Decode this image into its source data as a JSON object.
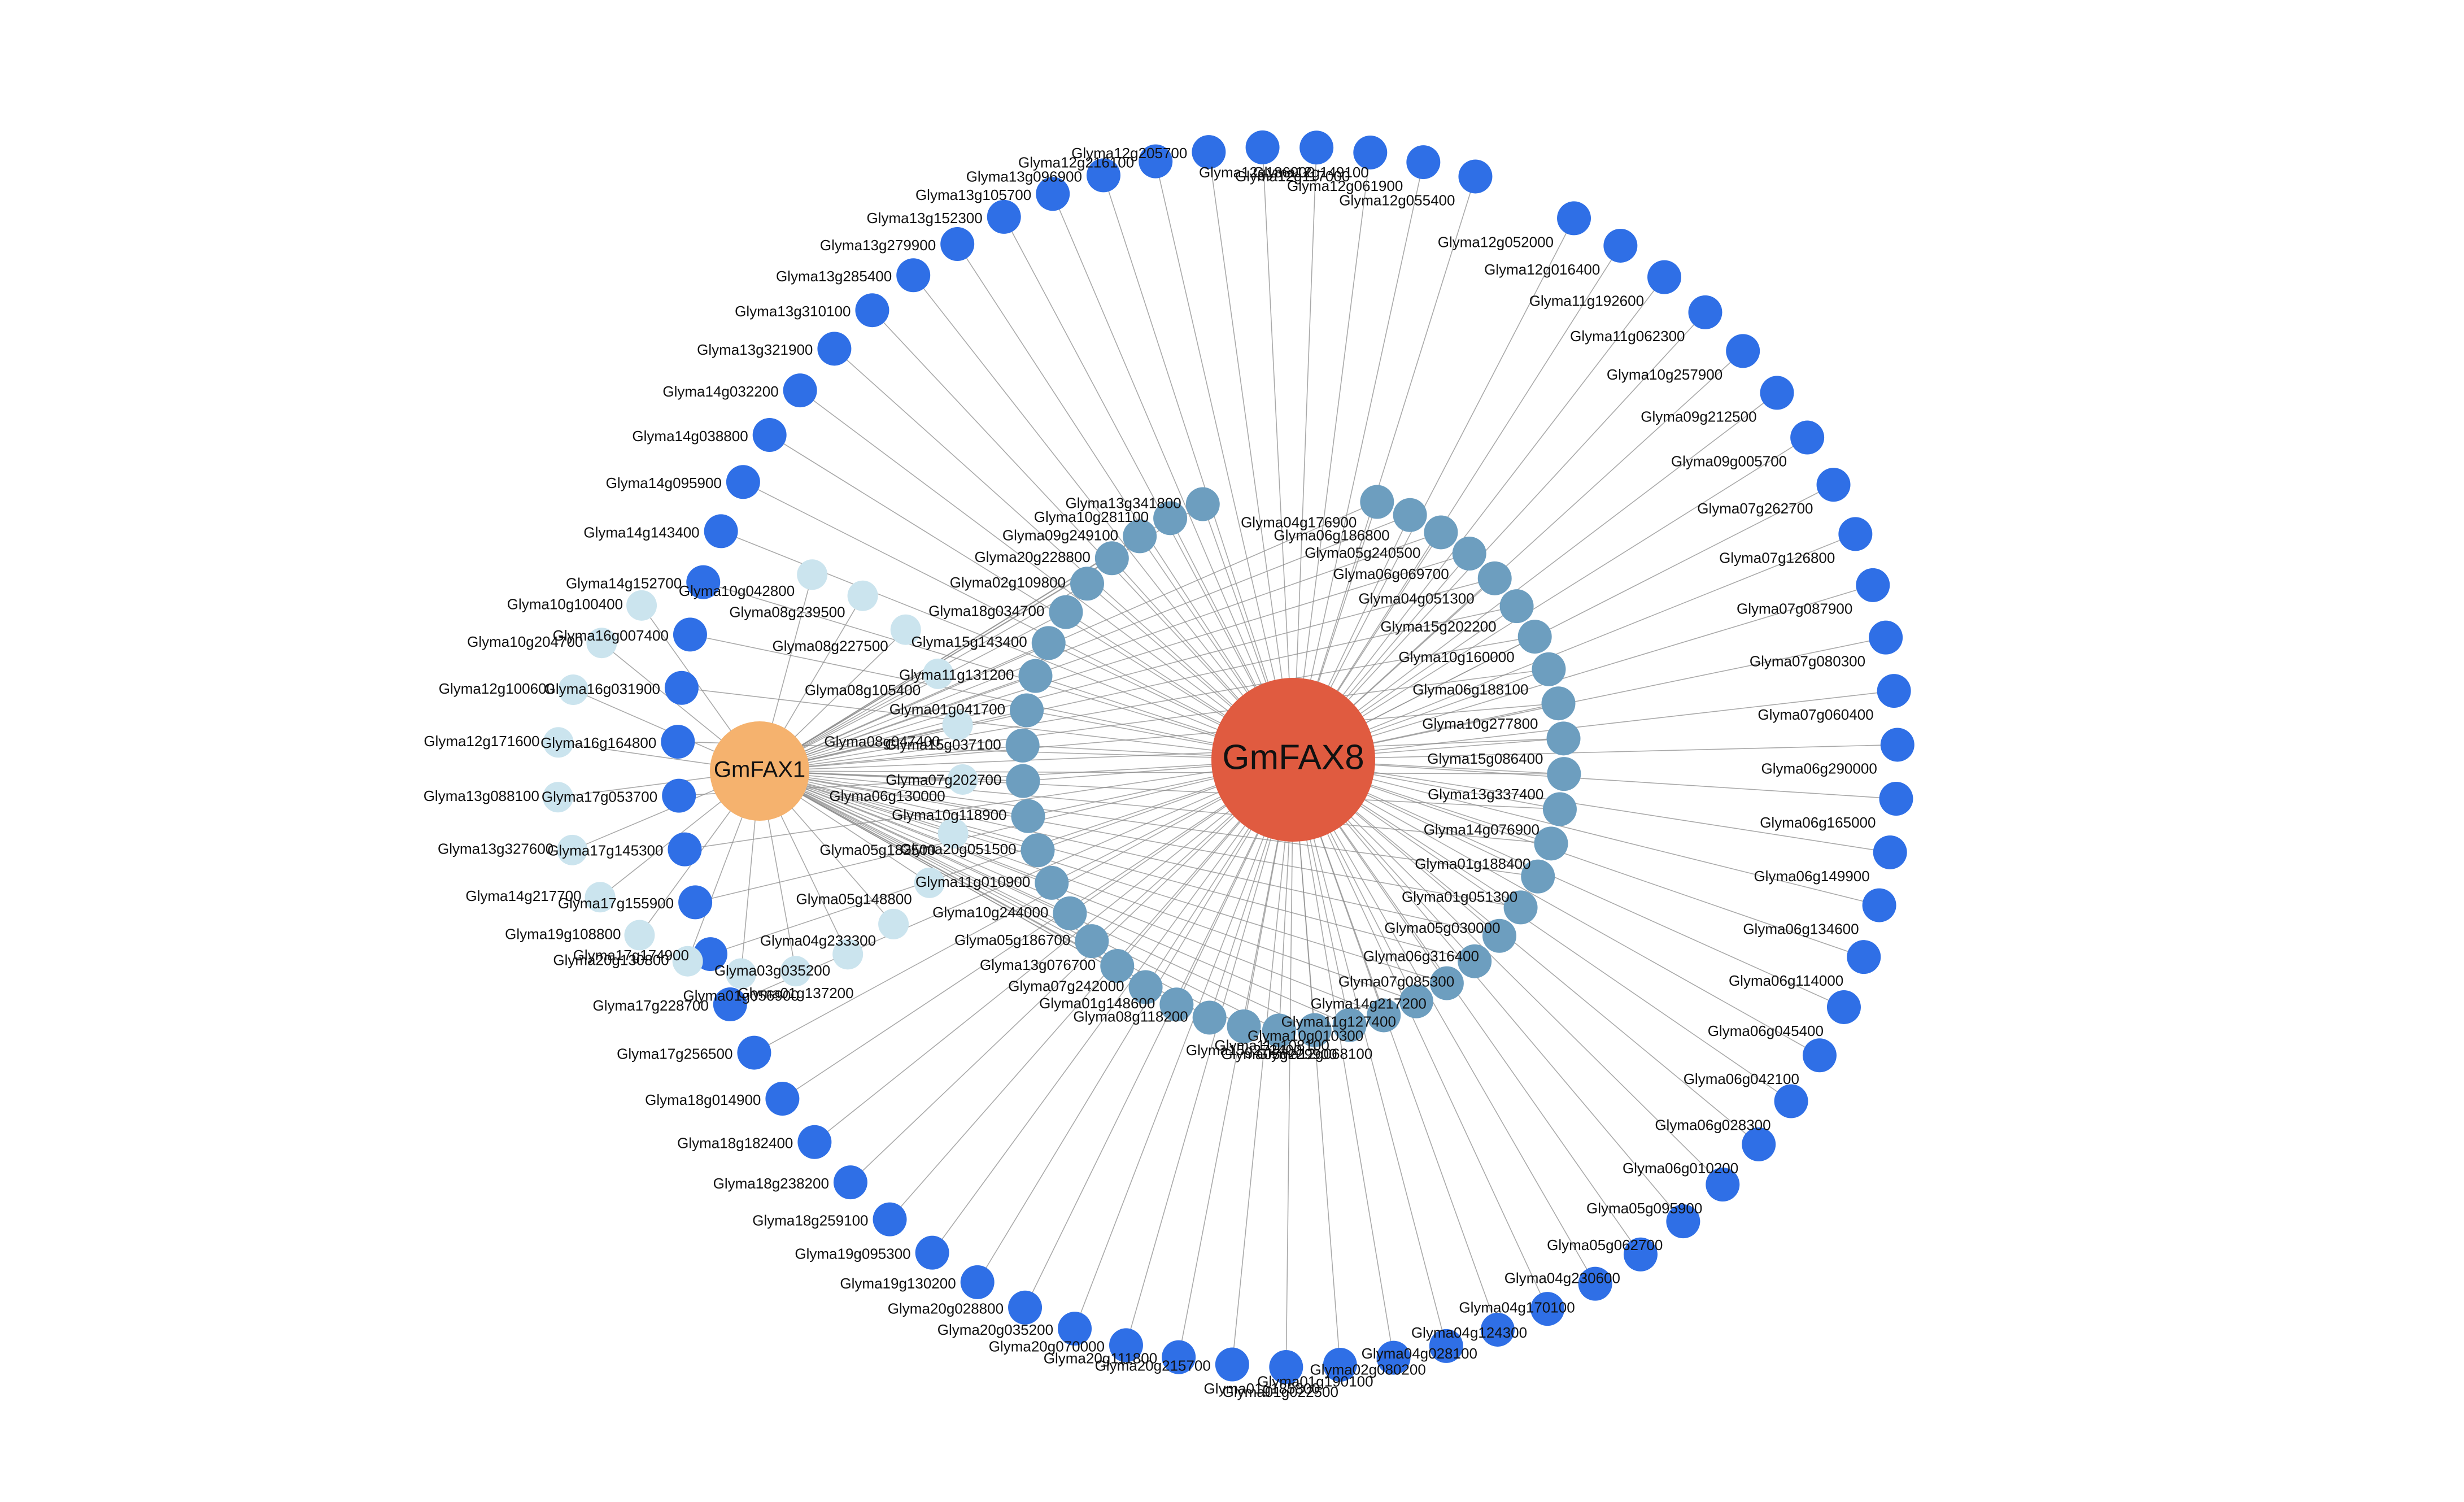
{
  "network": {
    "colors": {
      "hub_fax8": "#E05B40",
      "hub_fax1": "#F5B26E",
      "outer_node": "#2F6FE6",
      "inner_shared_node": "#6D9EBF",
      "inner_fax1_node": "#CBE4EE",
      "edge": "#8C8C8C",
      "background": "#FFFFFF"
    },
    "hubs": [
      {
        "id": "GmFAX8",
        "label": "GmFAX8"
      },
      {
        "id": "GmFAX1",
        "label": "GmFAX1"
      }
    ],
    "outer_ring": [
      "Glyma12g052000",
      "Glyma12g016400",
      "Glyma11g192600",
      "Glyma11g062300",
      "Glyma10g257900",
      "Glyma09g212500",
      "Glyma09g005700",
      "Glyma07g262700",
      "Glyma07g126800",
      "Glyma07g087900",
      "Glyma07g080300",
      "Glyma07g060400",
      "Glyma06g290000",
      "Glyma06g165000",
      "Glyma06g149900",
      "Glyma06g134600",
      "Glyma06g114000",
      "Glyma06g045400",
      "Glyma06g042100",
      "Glyma06g028300",
      "Glyma06g010200",
      "Glyma05g095900",
      "Glyma05g062700",
      "Glyma04g230600",
      "Glyma04g170100",
      "Glyma04g124300",
      "Glyma04g028100",
      "Glyma02g080200",
      "Glyma01g190100",
      "Glyma01g185800",
      "Glyma01g022500",
      "Glyma20g215700",
      "Glyma20g111800",
      "Glyma20g070000",
      "Glyma20g035200",
      "Glyma20g028800",
      "Glyma19g130200",
      "Glyma19g095300",
      "Glyma18g259100",
      "Glyma18g238200",
      "Glyma18g182400",
      "Glyma18g014900",
      "Glyma17g256500",
      "Glyma17g228700",
      "Glyma17g174900",
      "Glyma17g155900",
      "Glyma17g145300",
      "Glyma17g053700",
      "Glyma16g164800",
      "Glyma16g031900",
      "Glyma16g007400",
      "Glyma14g152700",
      "Glyma14g143400",
      "Glyma14g095900",
      "Glyma14g038800",
      "Glyma14g032200",
      "Glyma13g321900",
      "Glyma13g310100",
      "Glyma13g285400",
      "Glyma13g279900",
      "Glyma13g152300",
      "Glyma13g105700",
      "Glyma13g096900",
      "Glyma12g216100",
      "Glyma12g205700",
      "Glyma12g186900",
      "Glyma12g149100",
      "Glyma12g117000",
      "Glyma12g061900",
      "Glyma12g055400"
    ],
    "inner_shared": [
      "Glyma04g176900",
      "Glyma06g186800",
      "Glyma05g240500",
      "Glyma06g069700",
      "Glyma04g051300",
      "Glyma15g202200",
      "Glyma10g160000",
      "Glyma06g188100",
      "Glyma10g277800",
      "Glyma15g086400",
      "Glyma13g337400",
      "Glyma14g076900",
      "Glyma01g188400",
      "Glyma01g051300",
      "Glyma05g030000",
      "Glyma06g316400",
      "Glyma07g085300",
      "Glyma14g217200",
      "Glyma11g127400",
      "Glyma10g010300",
      "Glyma11g108100",
      "Glyma12g068100",
      "Glyma05g229900",
      "Glyma15g272400",
      "Glyma08g118200",
      "Glyma01g148600",
      "Glyma07g242000",
      "Glyma13g076700",
      "Glyma05g186700",
      "Glyma10g244000",
      "Glyma11g010900",
      "Glyma20g051500",
      "Glyma10g118900",
      "Glyma07g202700",
      "Glyma15g037100",
      "Glyma01g041700",
      "Glyma11g131200",
      "Glyma15g143400",
      "Glyma18g034700",
      "Glyma02g109800",
      "Glyma20g228800",
      "Glyma09g249100",
      "Glyma10g281100",
      "Glyma13g341800"
    ],
    "inner_fax1": [
      "Glyma10g042800",
      "Glyma08g239500",
      "Glyma08g227500",
      "Glyma08g105400",
      "Glyma08g047400",
      "Glyma06g130000",
      "Glyma05g182500",
      "Glyma05g148800",
      "Glyma04g233300",
      "Glyma03g035200",
      "Glyma01g137200",
      "Glyma01g056900",
      "Glyma20g130800",
      "Glyma19g108800",
      "Glyma14g217700",
      "Glyma13g327600",
      "Glyma13g088100",
      "Glyma12g171600",
      "Glyma12g100600",
      "Glyma10g204700",
      "Glyma10g100400"
    ]
  }
}
